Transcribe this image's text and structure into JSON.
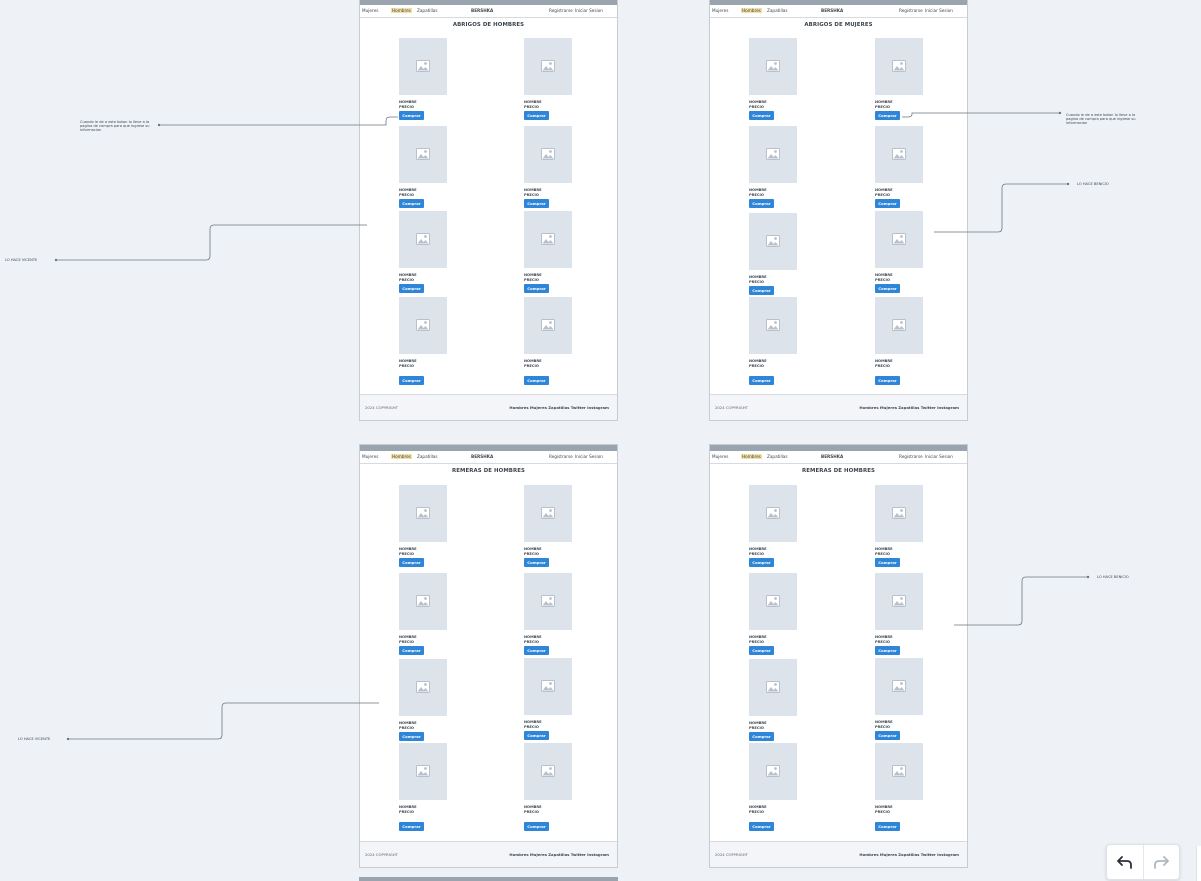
{
  "nav": {
    "mujeres": "Mujeres",
    "hombres": "Hombres",
    "zapatillas": "Zapatillas",
    "brand": "BERSHKA",
    "registrarse": "Registrarse",
    "iniciar": "Iniciar Sesion"
  },
  "frames": [
    {
      "title": "ABRIGOS DE HOMBRES"
    },
    {
      "title": "ABRIGOS DE MUJERES"
    },
    {
      "title": "REMERAS DE HOMBRES"
    },
    {
      "title": "REMERAS DE HOMBRES"
    }
  ],
  "card": {
    "name": "NOMBRE",
    "price": "PRECIO",
    "button": "Comprar"
  },
  "footer": {
    "copyright": "2024 COPYRIGHT",
    "links": "Hombres Mujeres Zapatillas Twitter Instagram"
  },
  "notes": {
    "compra": "Cuando le de a este boton lo lleve a la pagina de compra para que ingrese su informacion",
    "vicente": "LO HACE VICENTE",
    "benicio": "LO HACE BENICIO"
  },
  "colors": {
    "accent": "#2f86d8",
    "highlight": "#f3e1a3",
    "canvas": "#eef2f6"
  },
  "icons": {
    "image": "image-placeholder-icon",
    "undo": "undo-icon",
    "redo": "redo-icon"
  }
}
